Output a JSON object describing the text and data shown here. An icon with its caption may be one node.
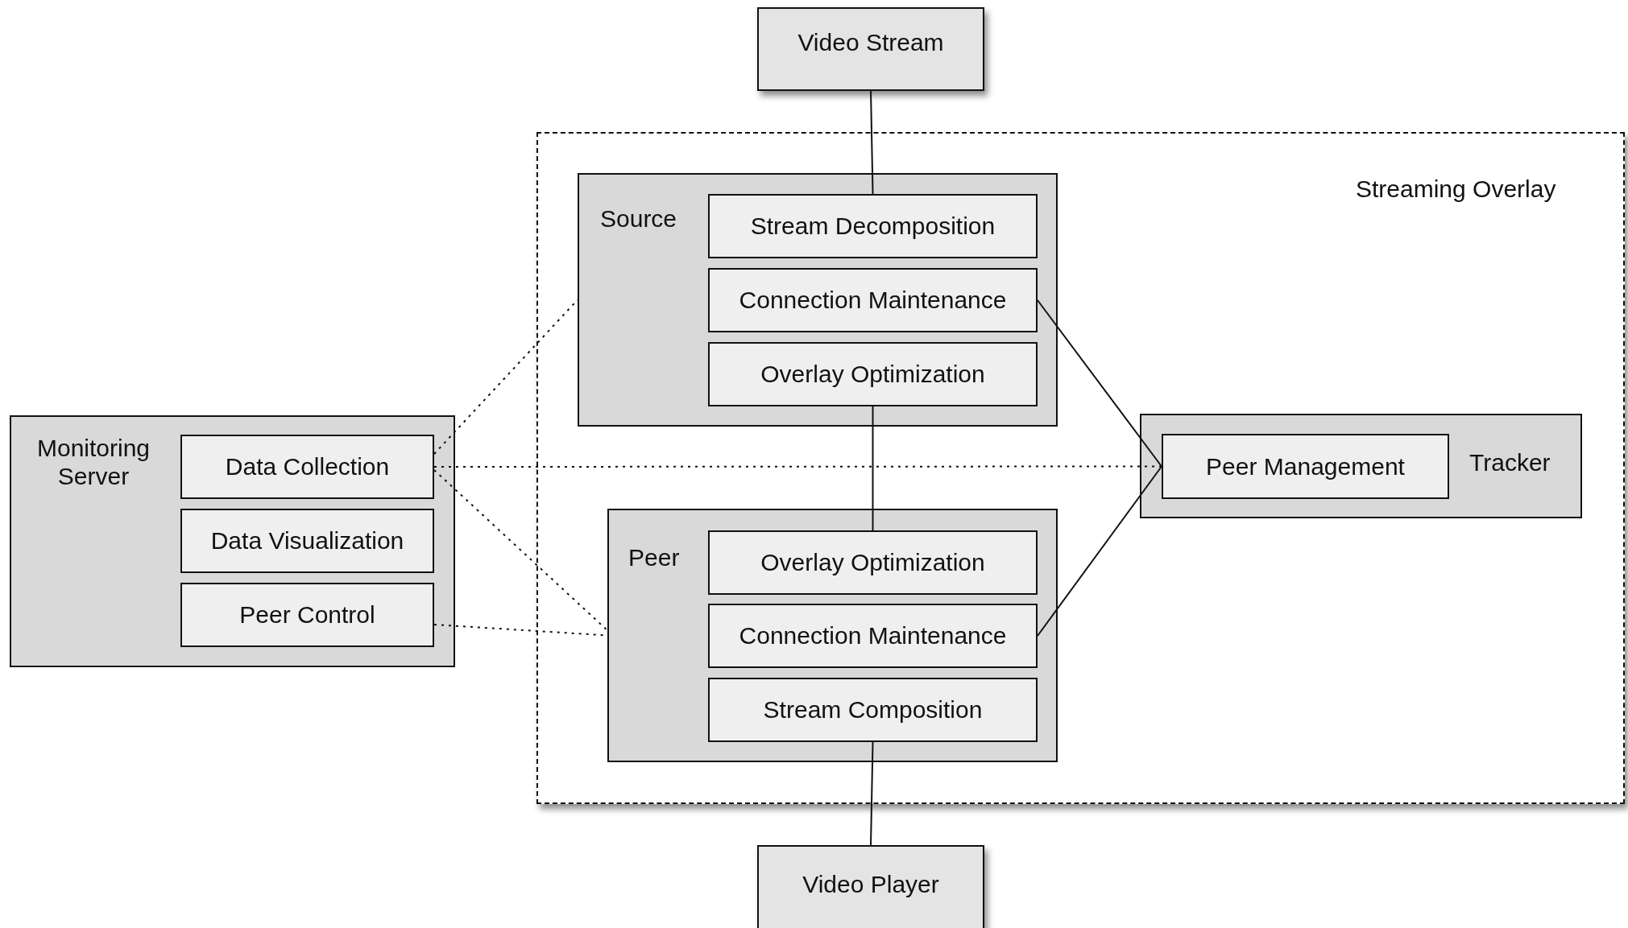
{
  "diagram": {
    "nodes": [
      {
        "text": [
          "Video Stream"
        ]
      },
      {
        "text": [
          "Streaming Overlay"
        ]
      },
      {
        "text": [
          "Source"
        ],
        "in": 1
      },
      {
        "text": [
          "Stream Decomposition"
        ],
        "in": 2
      },
      {
        "text": [
          "Connection Maintenance"
        ],
        "in": 2
      },
      {
        "text": [
          "Overlay Optimization"
        ],
        "in": 2
      },
      {
        "text": [
          "Peer"
        ],
        "in": 1
      },
      {
        "text": [
          "Overlay Optimization"
        ],
        "in": 6
      },
      {
        "text": [
          "Connection Maintenance"
        ],
        "in": 6
      },
      {
        "text": [
          "Stream Composition"
        ],
        "in": 6
      },
      {
        "text": [
          "Tracker"
        ],
        "in": 1
      },
      {
        "text": [
          "Peer Management"
        ],
        "in": 10
      },
      {
        "text": [
          "Monitoring Server"
        ]
      },
      {
        "text": [
          "Data Collection"
        ],
        "in": 12
      },
      {
        "text": [
          "Data Visualization"
        ],
        "in": 12
      },
      {
        "text": [
          "Peer Control"
        ],
        "in": 12
      },
      {
        "text": [
          "Video Player"
        ]
      }
    ],
    "edges": [
      {
        "from": 0,
        "to": 3,
        "arrow": "none"
      },
      {
        "from": 5,
        "to": 7,
        "arrow": "none"
      },
      {
        "from": 4,
        "to": 11,
        "arrow": "none"
      },
      {
        "from": 8,
        "to": 11,
        "arrow": "none"
      },
      {
        "from": 9,
        "to": 16,
        "arrow": "none"
      },
      {
        "from": 13,
        "to": 2,
        "arrow": "none",
        "style": "dashed"
      },
      {
        "from": 13,
        "to": 11,
        "arrow": "none",
        "style": "dashed"
      },
      {
        "from": 13,
        "to": 6,
        "arrow": "none",
        "style": "dashed"
      },
      {
        "from": 15,
        "to": 6,
        "arrow": "none",
        "style": "dashed"
      }
    ]
  }
}
